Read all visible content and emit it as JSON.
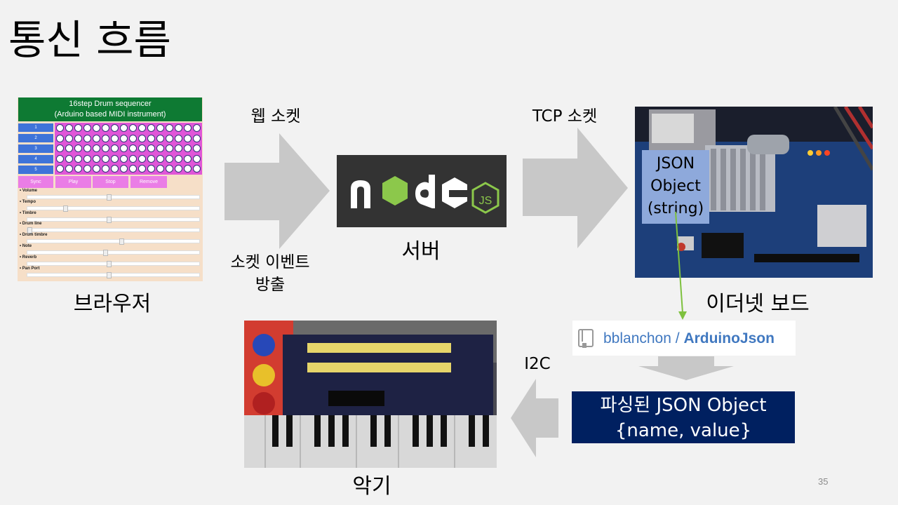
{
  "slide": {
    "title": "통신 흐름",
    "page_number": "35"
  },
  "browser": {
    "caption": "브라우저",
    "header_line1": "16step Drum sequencer",
    "header_line2": "(Arduino based MIDI instrument)",
    "rows": [
      "1",
      "2",
      "3",
      "4",
      "5"
    ],
    "buttons": [
      "Sync",
      "Play",
      "Stop",
      "Remove"
    ],
    "params": [
      "Volume",
      "Tempo",
      "Timbre",
      "Drum line",
      "Drum timbre",
      "Note",
      "Reverb",
      "Pan Port"
    ]
  },
  "arrows": {
    "websocket": "웹 소켓",
    "socket_event_line1": "소켓 이벤트",
    "socket_event_line2": "방출",
    "tcp_socket": "TCP 소켓",
    "i2c": "I2C"
  },
  "server": {
    "caption": "서버"
  },
  "board": {
    "caption": "이더넷 보드",
    "json_line1": "JSON",
    "json_line2": "Object",
    "json_line3": "(string)"
  },
  "library": {
    "owner": "bblanchon",
    "separator": " / ",
    "repo": "ArduinoJson"
  },
  "parsed": {
    "line1": "파싱된 JSON Object",
    "line2": "{name, value}"
  },
  "instrument": {
    "caption": "악기"
  },
  "colors": {
    "arrow": "#c8c8c8",
    "parsed_bg": "#002060",
    "json_label_bg": "#8ea9db",
    "sequencer_header": "#0e7a33",
    "node_green": "#8cc84b",
    "connector_green": "#7ec13e"
  }
}
